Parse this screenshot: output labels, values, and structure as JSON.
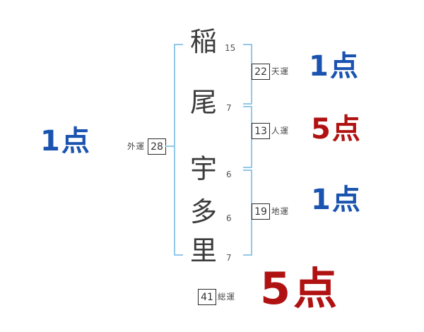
{
  "name": {
    "chars": [
      {
        "char": "稲",
        "strokes": "15"
      },
      {
        "char": "尾",
        "strokes": "7"
      },
      {
        "char": "宇",
        "strokes": "6"
      },
      {
        "char": "多",
        "strokes": "6"
      },
      {
        "char": "里",
        "strokes": "7"
      }
    ]
  },
  "fortunes": {
    "outer": {
      "label": "外運",
      "value": "28",
      "score": "1点"
    },
    "heaven": {
      "label": "天運",
      "value": "22",
      "score": "1点"
    },
    "person": {
      "label": "人運",
      "value": "13",
      "score": "5点"
    },
    "earth": {
      "label": "地運",
      "value": "19",
      "score": "1点"
    },
    "total": {
      "label": "総運",
      "value": "41",
      "score": "5点"
    }
  },
  "colors": {
    "blue": "#1a53b0",
    "red": "#b01212",
    "bracket": "#93c9e8"
  }
}
